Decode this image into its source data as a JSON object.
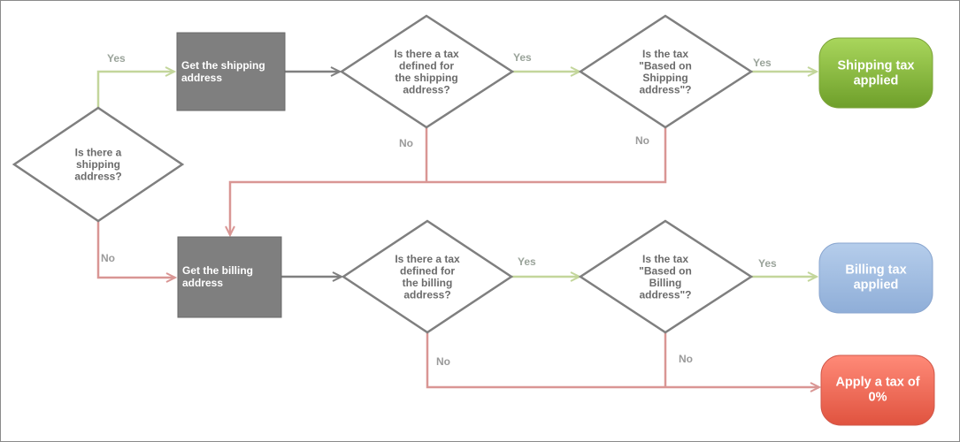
{
  "decisions": {
    "has_shipping": "Is there a\nshipping\naddress?",
    "tax_shipping_defined": "Is there a tax\ndefined for\nthe shipping\naddress?",
    "based_on_shipping": "Is the tax\n\"Based on\nShipping\naddress\"?",
    "tax_billing_defined": "Is there a tax\ndefined for\nthe billing\naddress?",
    "based_on_billing": "Is the tax\n\"Based on\nBilling\naddress\"?"
  },
  "processes": {
    "get_shipping": "Get the shipping\naddress",
    "get_billing": "Get the billing\naddress"
  },
  "outcomes": {
    "shipping_tax": "Shipping tax\napplied",
    "billing_tax": "Billing tax\napplied",
    "zero_tax": "Apply a tax of\n0%"
  },
  "labels": {
    "yes": "Yes",
    "no": "No"
  },
  "colors": {
    "yes_line": "#c3d69b",
    "no_line": "#d99694",
    "process_fill": "#7f7f7f",
    "shipping_fill": "#8cbf3f",
    "billing_fill": "#9bbbe0",
    "zero_fill": "#f26b5b"
  }
}
